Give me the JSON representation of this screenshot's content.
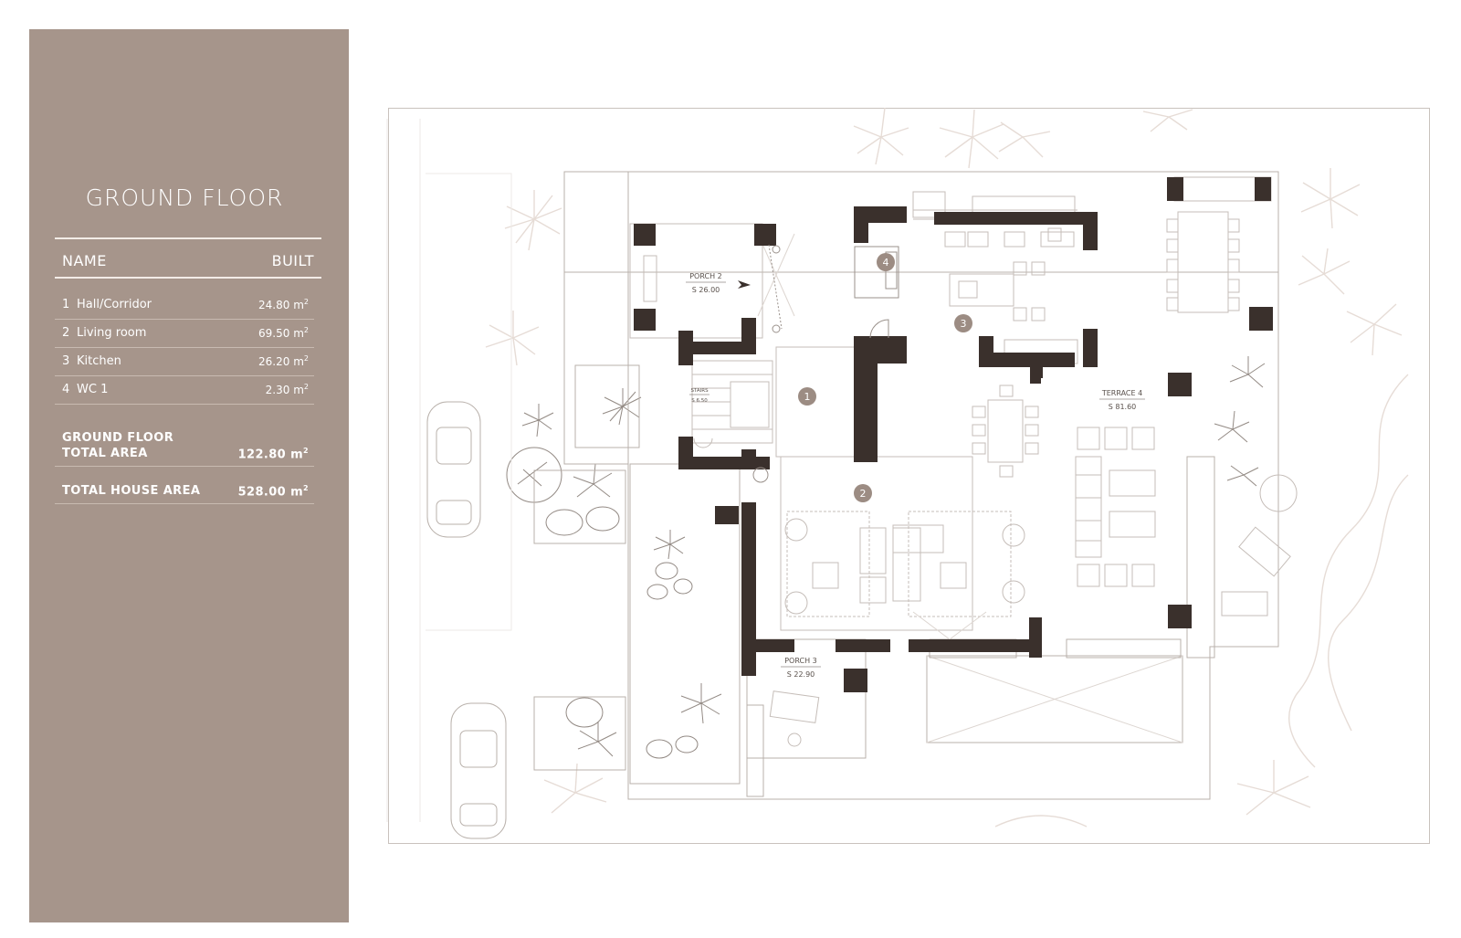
{
  "panel": {
    "title": "GROUND FLOOR",
    "col_name": "NAME",
    "col_built": "BUILT",
    "unit": "m",
    "unit_exp": "2",
    "rooms": [
      {
        "num": "1",
        "name": "Hall/Corridor",
        "area": "24.80"
      },
      {
        "num": "2",
        "name": "Living room",
        "area": "69.50"
      },
      {
        "num": "3",
        "name": "Kitchen",
        "area": "26.20"
      },
      {
        "num": "4",
        "name": "WC 1",
        "area": "2.30"
      }
    ],
    "floor_total_line1": "GROUND FLOOR",
    "floor_total_line2": "TOTAL AREA",
    "floor_total_value": "122.80",
    "house_total_label": "TOTAL HOUSE AREA",
    "house_total_value": "528.00"
  },
  "plan": {
    "porch2_name": "PORCH 2",
    "porch2_area": "S 26.00",
    "porch3_name": "PORCH 3",
    "porch3_area": "S 22.90",
    "terrace4_name": "TERRACE 4",
    "terrace4_area": "S 81.60",
    "stairs_name": "STAIRS",
    "stairs_area": "S 6.50",
    "marker_1": "1",
    "marker_2": "2",
    "marker_3": "3",
    "marker_4": "4"
  },
  "colors": {
    "panel_bg": "#a6958b",
    "wall": "#3a302c",
    "marker": "#9c8c83",
    "line": "#b9b1ab",
    "plant": "#e6dcd6"
  }
}
